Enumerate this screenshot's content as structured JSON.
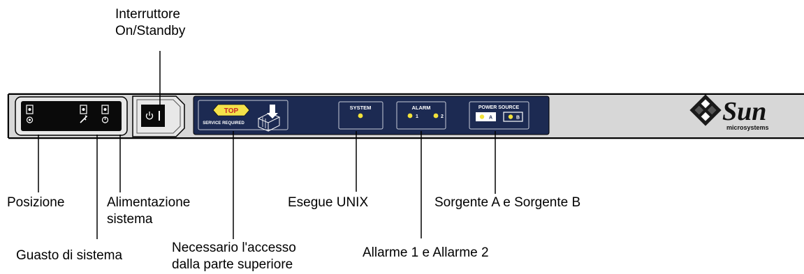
{
  "callouts": {
    "on_standby": [
      "Interruttore",
      "On/Standby"
    ],
    "position": "Posizione",
    "power_system": [
      "Alimentazione",
      "sistema"
    ],
    "system_fault": "Guasto di sistema",
    "top_access": [
      "Necessario l'accesso",
      "dalla parte superiore"
    ],
    "runs_unix": "Esegue UNIX",
    "alarms": "Allarme 1 e Allarme 2",
    "sources": "Sorgente A e Sorgente B"
  },
  "panel": {
    "top_badge": "TOP",
    "service_required": "SERVICE REQUIRED",
    "system_label": "SYSTEM",
    "alarm_label": "ALARM",
    "alarm_1": "1",
    "alarm_2": "2",
    "power_source_label": "POWER SOURCE",
    "source_a": "A",
    "source_b": "B",
    "switch_on_symbol": "I"
  },
  "logo": {
    "brand": "Sun",
    "tagline": "microsystems"
  },
  "colors": {
    "panel_blue": "#1c2a52",
    "led_yellow": "#f2e23a",
    "badge_yellow": "#f4e24a",
    "bezel": "#d7d7d7"
  }
}
